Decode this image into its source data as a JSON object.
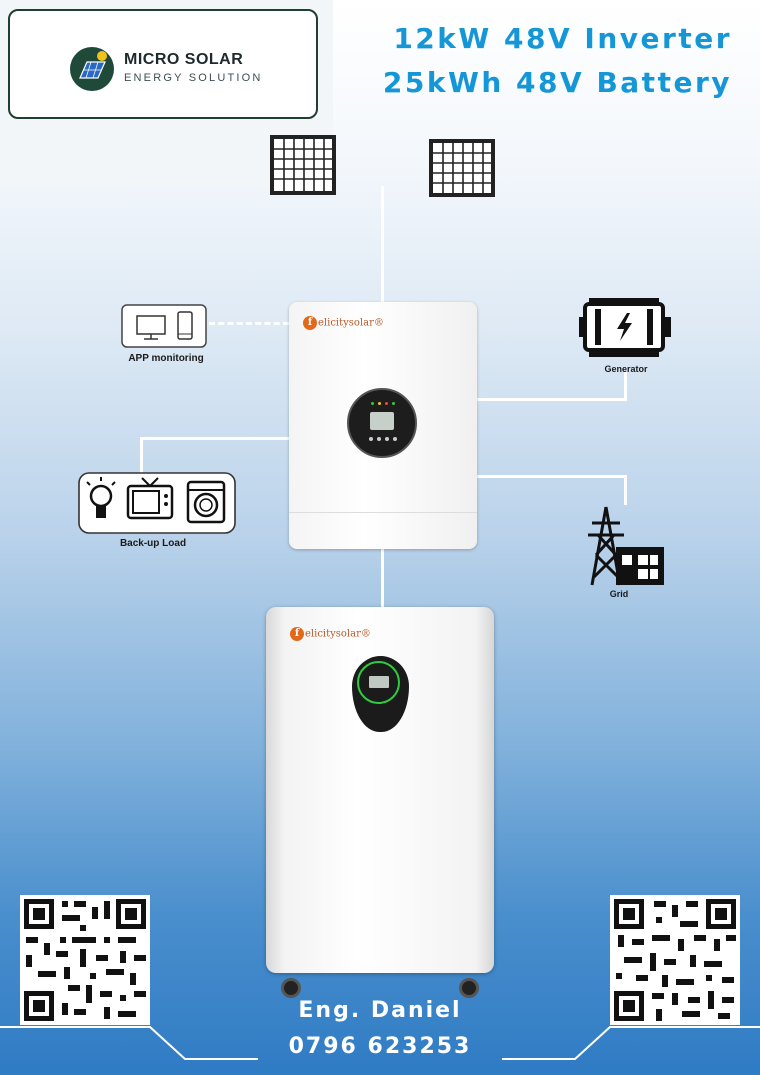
{
  "brand": {
    "name": "MICRO SOLAR",
    "tagline": "ENERGY SOLUTION"
  },
  "title": {
    "line1": "12kW 48V Inverter",
    "line2": "25kWh 48V Battery"
  },
  "labels": {
    "app": "APP monitoring",
    "generator": "Generator",
    "backup": "Back-up Load",
    "grid": "Grid"
  },
  "inverter": {
    "brand_initial": "f",
    "brand_text": "elicitysolar®"
  },
  "battery": {
    "brand_initial": "f",
    "brand_text": "elicitysolar®"
  },
  "contact": {
    "name": "Eng. Daniel",
    "phone": "0796 623253"
  },
  "colors": {
    "title": "#1596d6",
    "logo": "#1f4a3a",
    "brand_orange": "#e06a1a"
  }
}
